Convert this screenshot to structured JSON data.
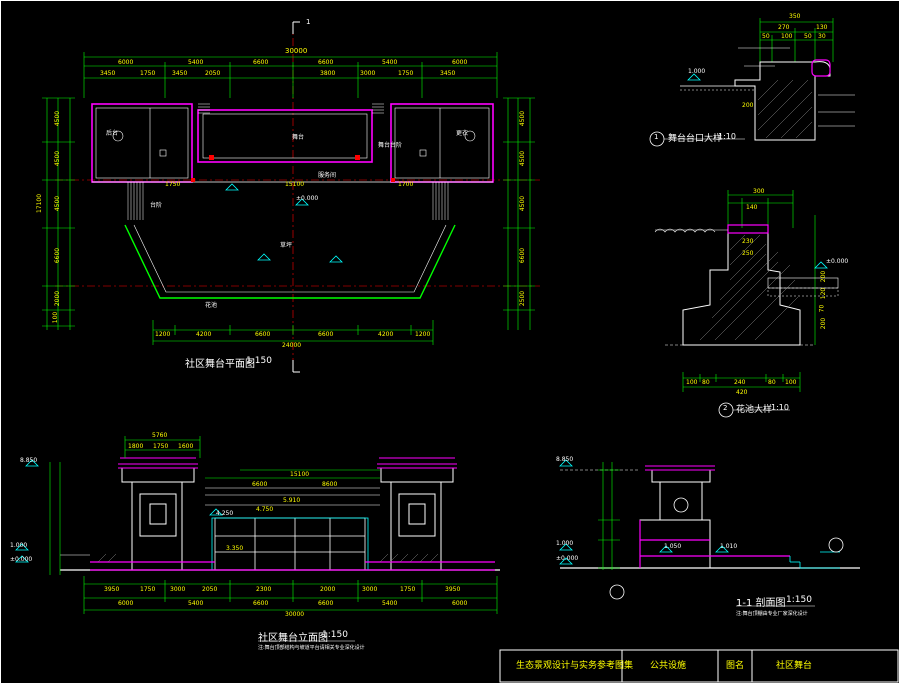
{
  "plan": {
    "title": "社区舞台平面图",
    "scale": "1:150",
    "total_width": "30000",
    "axis_label": "1",
    "top_dims_1": [
      "6000",
      "5400",
      "6600",
      "6600",
      "5400",
      "6000"
    ],
    "top_dims_2": [
      "3450",
      "1750",
      "3450",
      "2050",
      "3800",
      "3000",
      "1750",
      "3450"
    ],
    "inner_dims": [
      "1750",
      "15100",
      "1700"
    ],
    "bottom_dims": [
      "1200",
      "4200",
      "6600",
      "6600",
      "4200",
      "1200"
    ],
    "bottom_total": "24000",
    "left_dims": [
      "4500",
      "4500",
      "4500",
      "6600",
      "2000",
      "100"
    ],
    "right_dims": [
      "4500",
      "4500",
      "4500",
      "6600",
      "2500"
    ],
    "left_total": "17100",
    "labels": [
      "后台",
      "更衣",
      "舞台",
      "花池",
      "草坪",
      "台阶",
      "舞台台阶",
      "±0.000"
    ],
    "room_label": "服务间"
  },
  "detail1": {
    "title": "舞台台口大样",
    "scale": "1:10",
    "num": "1",
    "dims_top": [
      "350",
      "270",
      "130",
      "50",
      "100",
      "50",
      "30",
      "200"
    ],
    "level": "1.000"
  },
  "detail2": {
    "title": "花池大样",
    "scale": "1:10",
    "num": "2",
    "dims_top": [
      "300",
      "140",
      "230",
      "250"
    ],
    "dims_bottom": [
      "100",
      "80",
      "240",
      "80",
      "100"
    ],
    "bottom_total": "420",
    "level": "±0.000",
    "side_dims": [
      "200",
      "120",
      "70",
      "200"
    ]
  },
  "elevation": {
    "title": "社区舞台立面图",
    "scale": "1:150",
    "note": "注:舞台顶部结构与坡道平台请相关专业深化设计",
    "levels": [
      "8.850",
      "5.910",
      "4.750",
      "4.250",
      "3.350",
      "1.000",
      "±0.000"
    ],
    "top_dims": [
      "5760",
      "1800",
      "1750",
      "1600"
    ],
    "mid_dims": [
      "15100",
      "6600",
      "8600"
    ],
    "bottom_dims_1": [
      "3950",
      "1750",
      "3000",
      "2050",
      "2300",
      "2000",
      "3000",
      "1750",
      "3950"
    ],
    "bottom_dims_2": [
      "6000",
      "5400",
      "6600",
      "6600",
      "5400",
      "6000"
    ],
    "total": "30000"
  },
  "section": {
    "title": "1-1 剖面图",
    "scale": "1:150",
    "note": "注:舞台顶棚由专业厂家深化设计",
    "levels": [
      "8.850",
      "1.050",
      "1.010",
      "1.000",
      "±0.000"
    ]
  },
  "title_block": {
    "project": "生态景观设计与实务参考图集",
    "category": "公共设施",
    "drawing_name_label": "图名",
    "drawing_name": "社区舞台"
  },
  "colors": {
    "background": "#000000",
    "frame": "#ffffff",
    "dimension": "#00ff00",
    "text": "#ffff00",
    "accent_magenta": "#ff00ff",
    "accent_red": "#ff0000",
    "accent_cyan": "#00ffff"
  }
}
